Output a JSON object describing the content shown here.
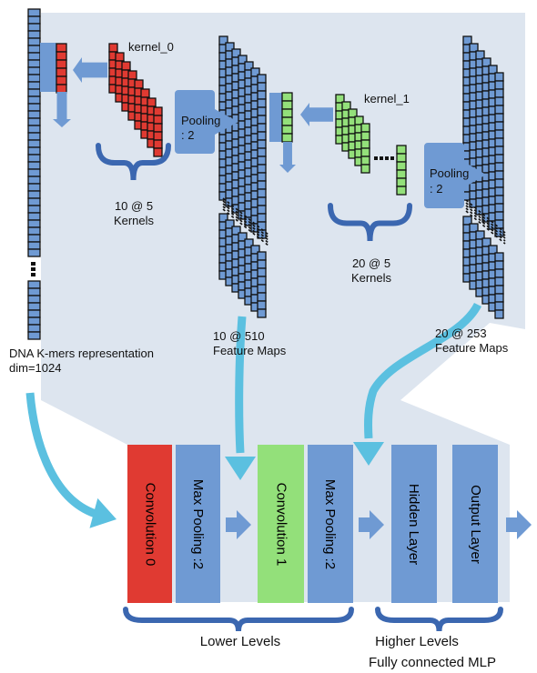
{
  "input": {
    "label_line1": "DNA K-mers representation",
    "label_line2": "dim=1024"
  },
  "conv0": {
    "kernel_label": "kernel_0",
    "kernels_line1": "10 @ 5",
    "kernels_line2": "Kernels",
    "pooling_line1": "Pooling",
    "pooling_line2": ": 2",
    "maps_line1": "10 @ 510",
    "maps_line2": "Feature Maps",
    "color": "#e03a32"
  },
  "conv1": {
    "kernel_label": "kernel_1",
    "kernels_line1": "20 @ 5",
    "kernels_line2": "Kernels",
    "pooling_line1": "Pooling",
    "pooling_line2": ": 2",
    "maps_line1": "20 @ 253",
    "maps_line2": "Feature Maps",
    "color": "#93e07a"
  },
  "network": {
    "blocks": [
      {
        "label": "Convolution 0",
        "color": "#e03a32"
      },
      {
        "label": "Max Pooling :2",
        "color": "#6f9ad3"
      },
      {
        "label": "Convolution 1",
        "color": "#93e07a"
      },
      {
        "label": "Max Pooling :2",
        "color": "#6f9ad3"
      },
      {
        "label": "Hidden Layer",
        "color": "#6f9ad3"
      },
      {
        "label": "Output Layer",
        "color": "#6f9ad3"
      }
    ],
    "lower_levels": "Lower Levels",
    "higher_levels": "Higher Levels",
    "mlp_label": "Fully connected MLP"
  },
  "colors": {
    "background_panel": "#dde5ef",
    "flow_arrow": "#5bc0e0",
    "pooling_blue": "#6f9ad3",
    "bracket_blue": "#3b67b0",
    "cell_blue": "#6f9ad3"
  }
}
